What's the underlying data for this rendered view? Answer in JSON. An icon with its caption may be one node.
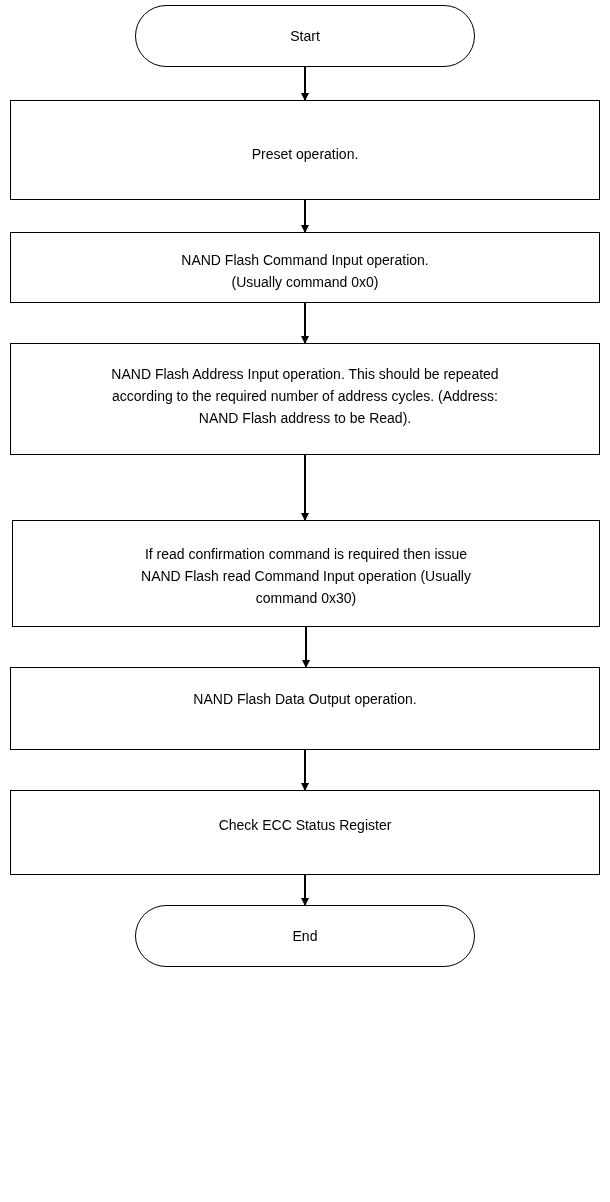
{
  "diagram": {
    "nodes": [
      {
        "text": [
          "Start"
        ]
      },
      {
        "text": [
          "Preset operation."
        ]
      },
      {
        "text": [
          "NAND Flash Command Input operation. (Usually command 0x0)"
        ]
      },
      {
        "text": [
          "NAND Flash Address Input operation. This should be repeated according to the required number of address cycles. (Address: NAND Flash address to be Read)."
        ]
      },
      {
        "text": [
          "If read confirmation command is required then issue NAND Flash read Command Input operation (Usually command 0x30)"
        ]
      },
      {
        "text": [
          "NAND Flash Data Output operation."
        ]
      },
      {
        "text": [
          "Check ECC Status Register"
        ]
      },
      {
        "text": [
          "End"
        ]
      }
    ],
    "edges": [
      {
        "from": 0,
        "to": 1,
        "arrow": "to"
      },
      {
        "from": 1,
        "to": 2,
        "arrow": "to"
      },
      {
        "from": 2,
        "to": 3,
        "arrow": "to"
      },
      {
        "from": 3,
        "to": 4,
        "arrow": "to"
      },
      {
        "from": 4,
        "to": 5,
        "arrow": "to"
      },
      {
        "from": 5,
        "to": 6,
        "arrow": "to"
      },
      {
        "from": 6,
        "to": 7,
        "arrow": "to"
      }
    ]
  }
}
